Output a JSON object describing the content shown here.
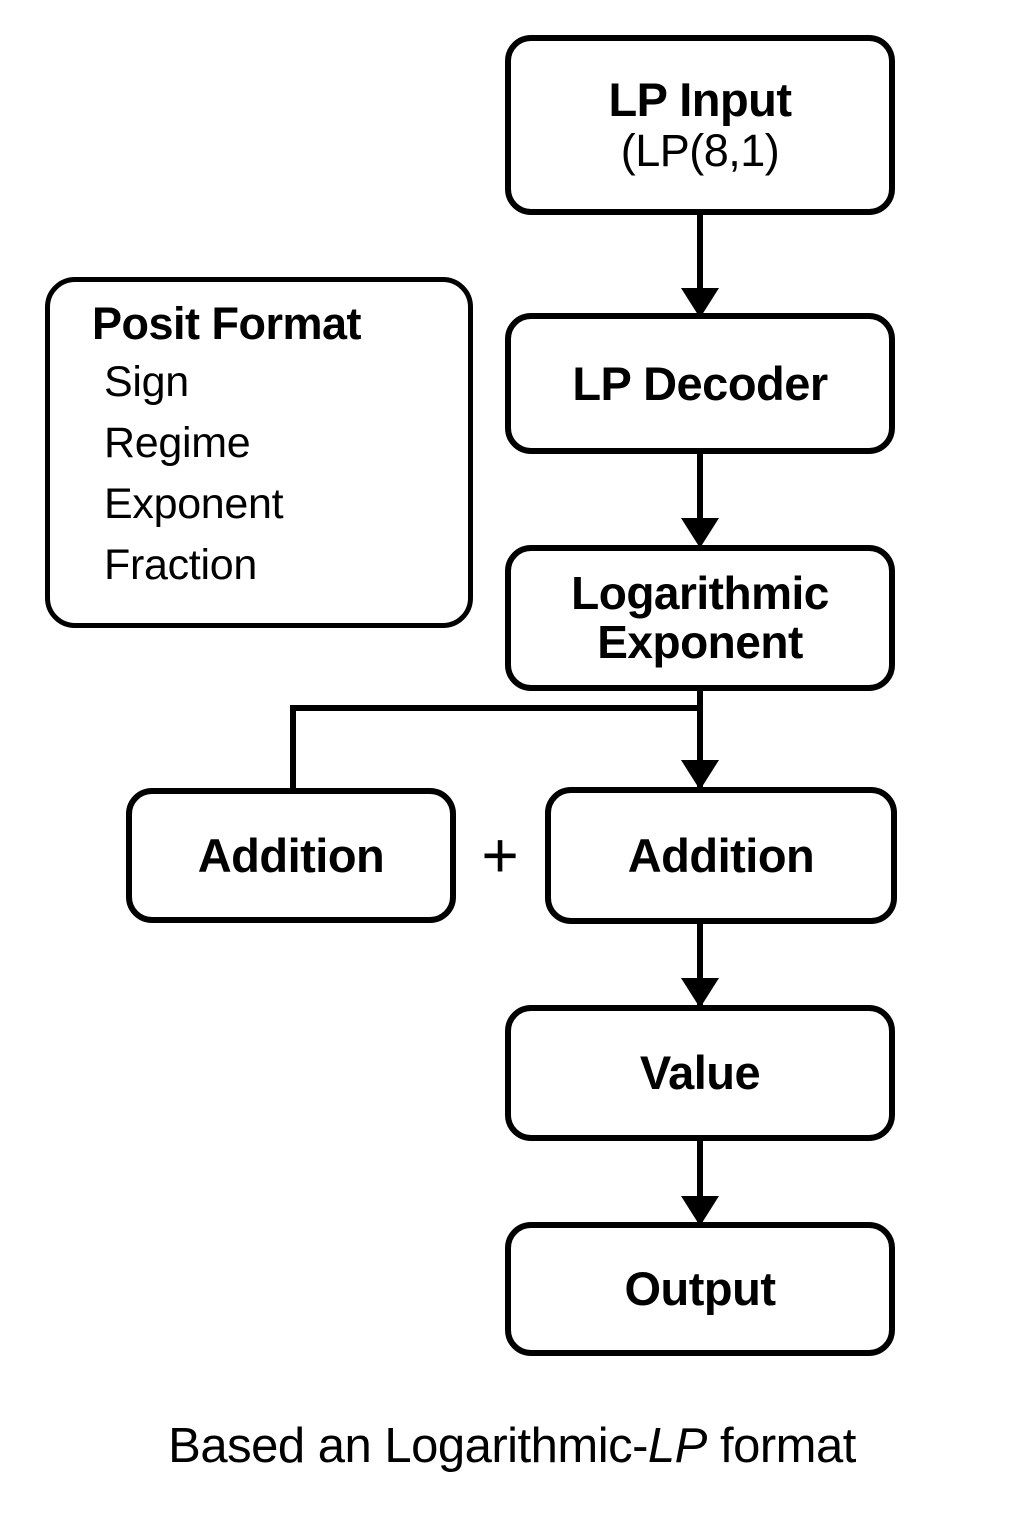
{
  "diagram": {
    "caption_prefix": "Based an Logarithmic-",
    "caption_italic": "LP",
    "caption_suffix": " format",
    "stroke_color": "#000000",
    "background_color": "#ffffff"
  },
  "nodes": {
    "lp_input": {
      "title": "LP Input",
      "subtitle": "(LP(8,1)"
    },
    "lp_decoder": {
      "title": "LP Decoder"
    },
    "log_exponent": {
      "title": "Logarithmic Exponent"
    },
    "addition_left": {
      "title": "Addition"
    },
    "addition_right": {
      "title": "Addition"
    },
    "value": {
      "title": "Value"
    },
    "output": {
      "title": "Output"
    },
    "posit_format": {
      "title": "Posit Format",
      "items": [
        "Sign",
        "Regime",
        "Exponent",
        "Fraction"
      ]
    }
  },
  "operators": {
    "plus": "+"
  },
  "chart_data": {
    "type": "diagram",
    "title": "Based an Logarithmic-LP format",
    "flow": [
      {
        "from": "LP Input (LP(8,1)",
        "to": "LP Decoder",
        "arrow": true
      },
      {
        "from": "LP Decoder",
        "to": "Logarithmic Exponent",
        "arrow": true
      },
      {
        "from": "Logarithmic Exponent",
        "to": "Addition (right)",
        "arrow": true
      },
      {
        "from": "Logarithmic Exponent",
        "to": "Addition (left)",
        "arrow": false
      },
      {
        "from": "Addition (right)",
        "to": "Value",
        "arrow": true
      },
      {
        "from": "Value",
        "to": "Output",
        "arrow": true
      }
    ],
    "annotations": [
      "+ between the two Addition blocks"
    ],
    "legend_box": {
      "title": "Posit Format",
      "entries": [
        "Sign",
        "Regime",
        "Exponent",
        "Fraction"
      ]
    }
  }
}
